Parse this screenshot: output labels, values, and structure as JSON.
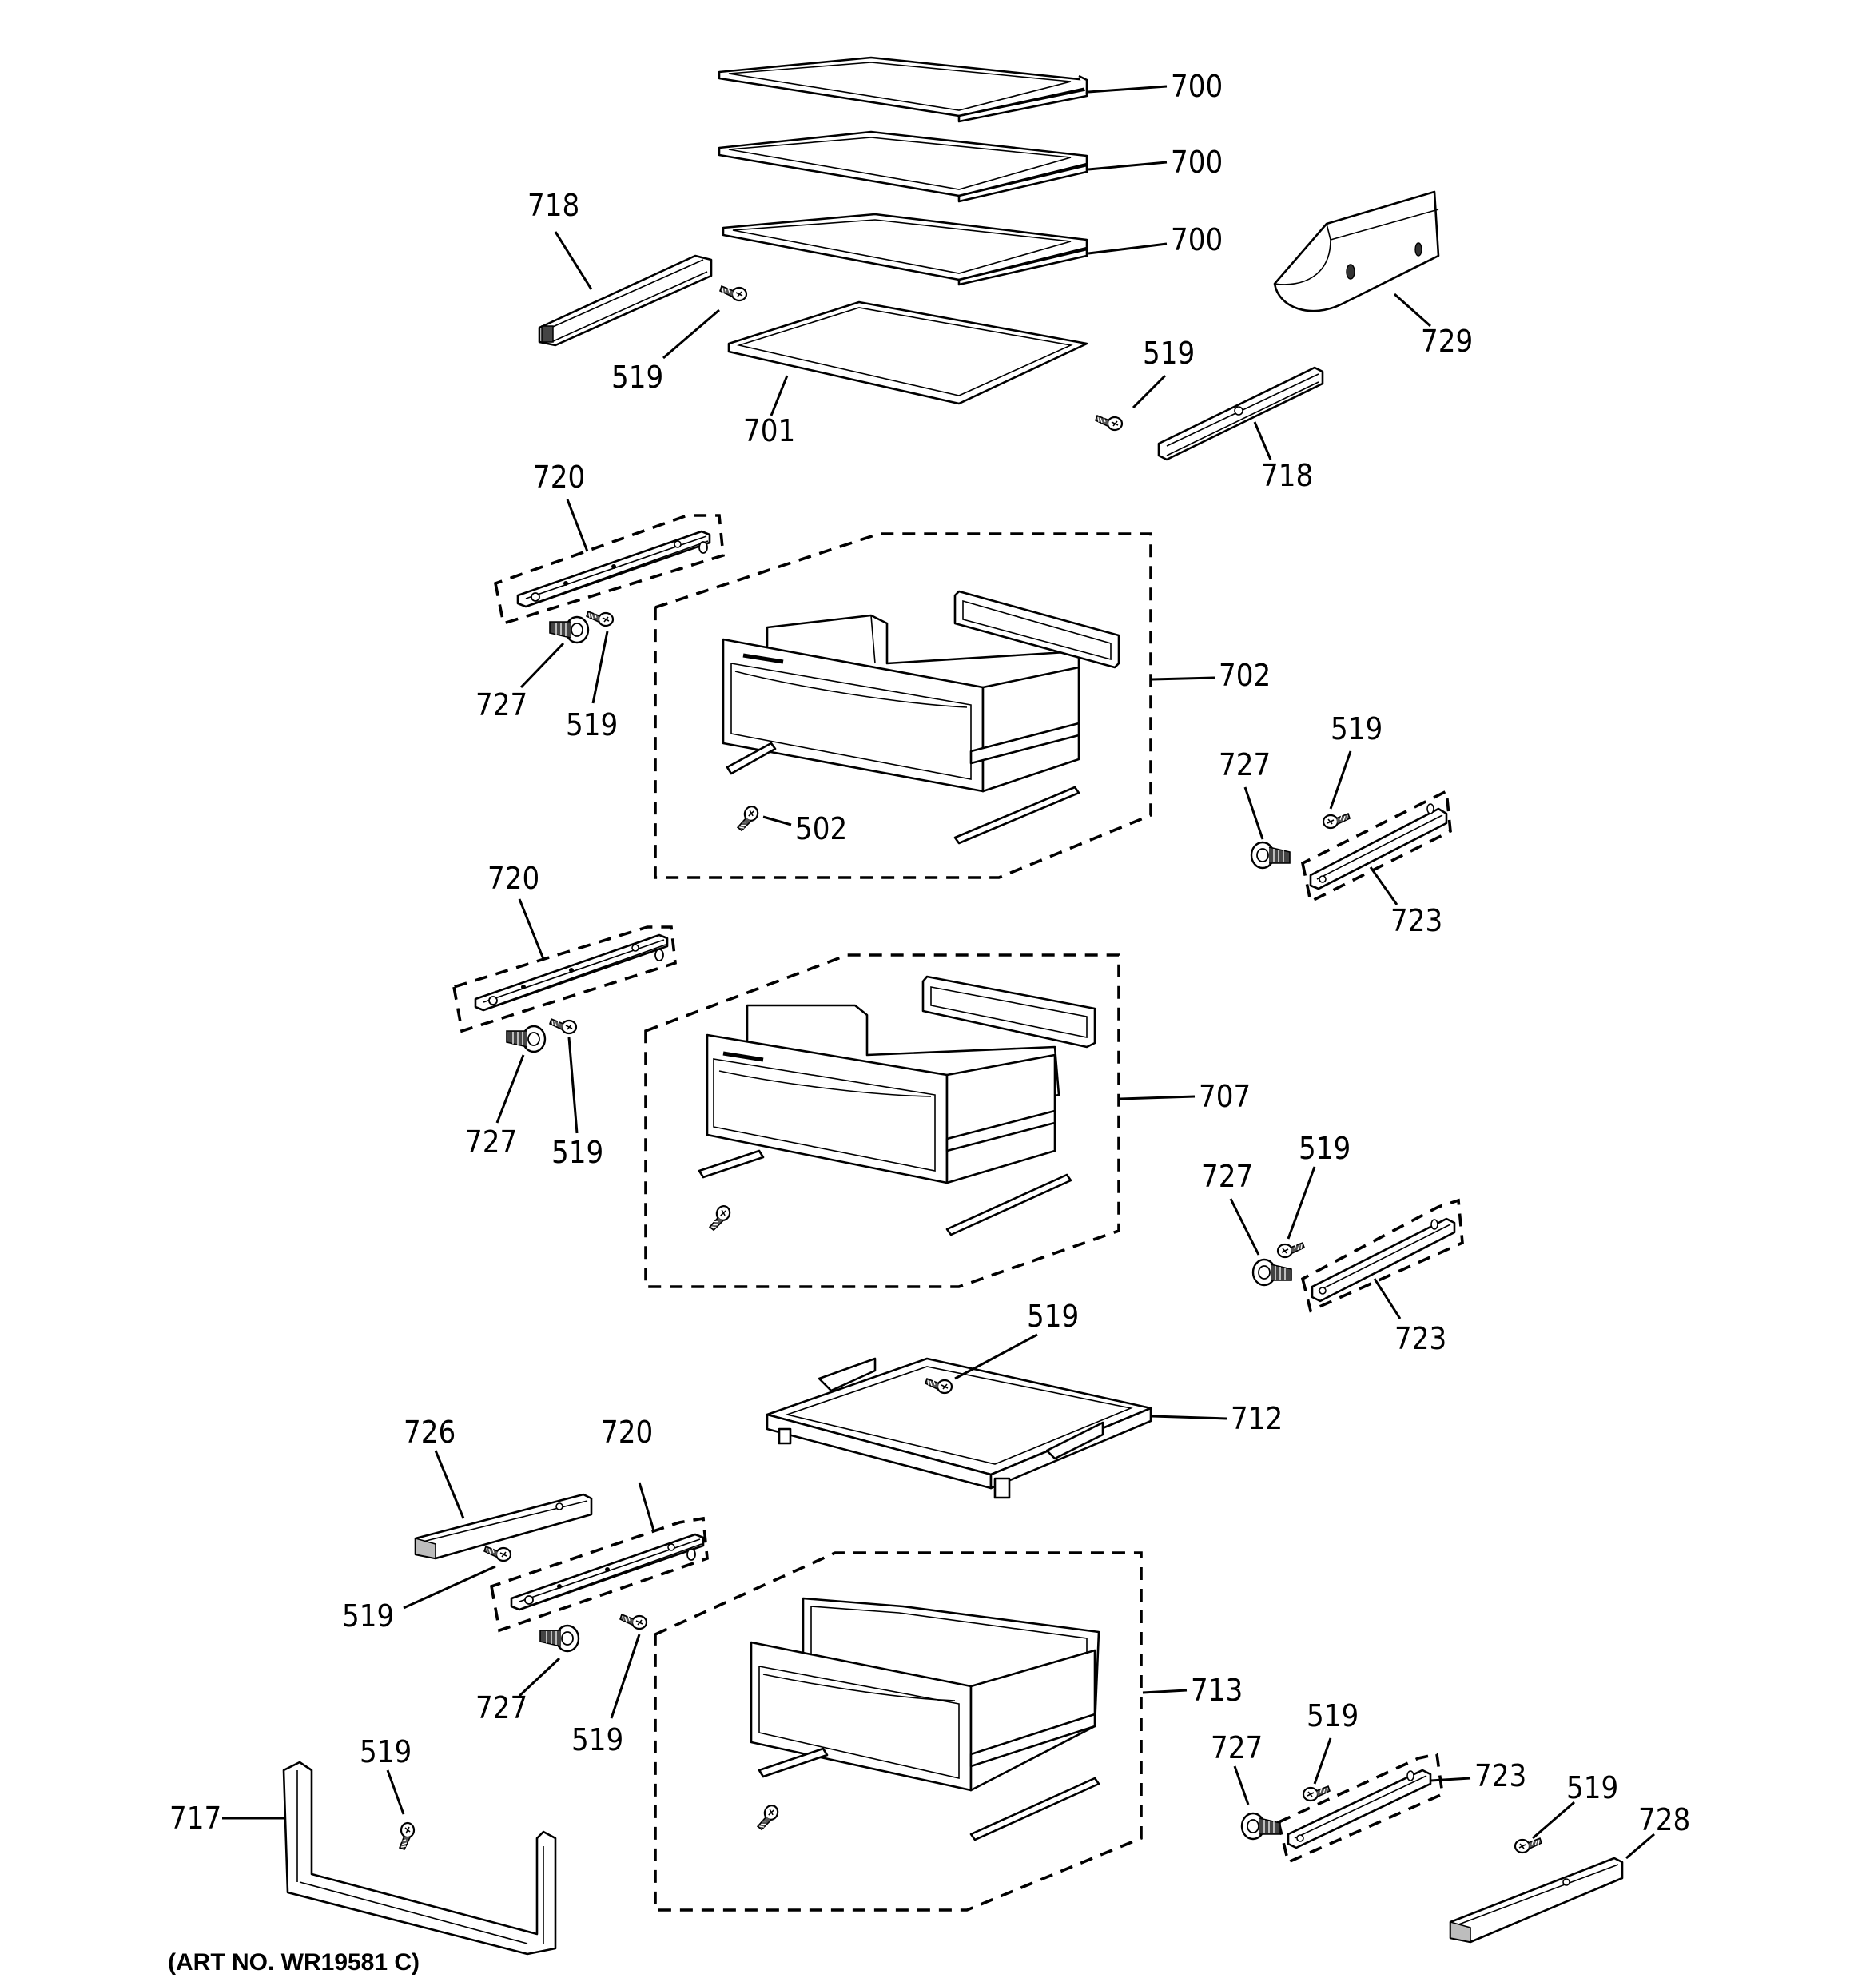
{
  "diagram": {
    "art_number": "(ART NO. WR19581 C)",
    "callouts": {
      "c700a": "700",
      "c700b": "700",
      "c700c": "700",
      "c701": "701",
      "c718a": "718",
      "c519a": "519",
      "c729": "729",
      "c519b": "519",
      "c718b": "718",
      "c720a": "720",
      "c727a": "727",
      "c519c": "519",
      "c702": "702",
      "c502": "502",
      "c727b": "727",
      "c519d": "519",
      "c723a": "723",
      "c720b": "720",
      "c727c": "727",
      "c519e": "519",
      "c707": "707",
      "c727d": "727",
      "c519f": "519",
      "c723b": "723",
      "c519g": "519",
      "c712": "712",
      "c726": "726",
      "c720c": "720",
      "c519h": "519",
      "c727e": "727",
      "c519i": "519",
      "c713": "713",
      "c519j": "519",
      "c727f": "727",
      "c723c": "723",
      "c717": "717",
      "c519k": "519",
      "c519l": "519",
      "c728": "728"
    }
  }
}
